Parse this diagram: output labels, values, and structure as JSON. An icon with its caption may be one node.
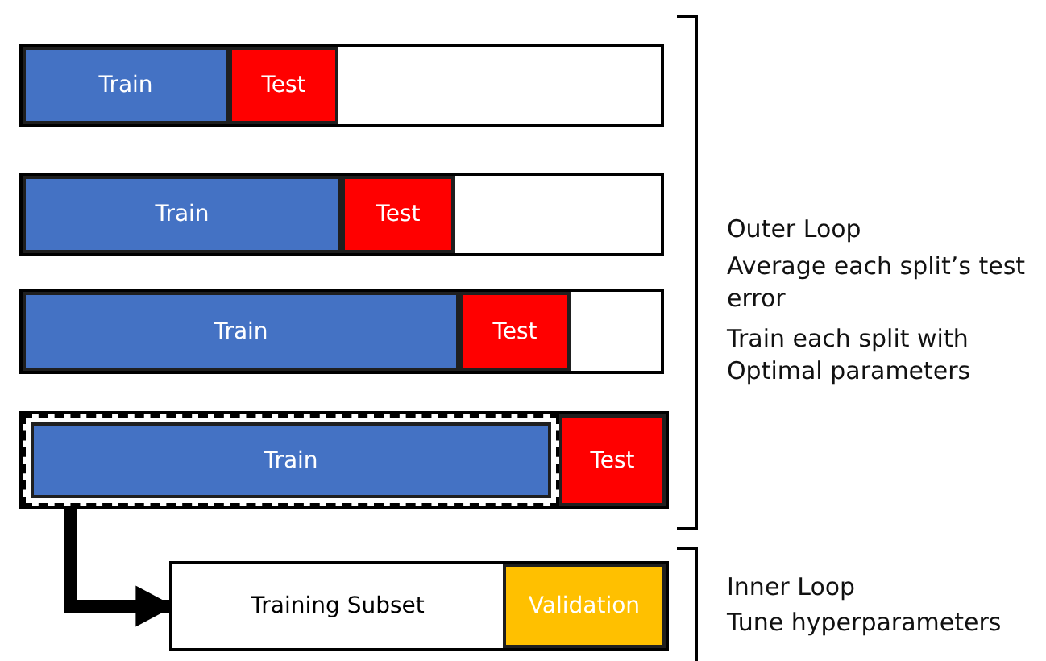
{
  "diagram": {
    "nodes": [
      {
        "text": [],
        "shape": "bar"
      },
      {
        "text": [
          "Train"
        ],
        "in": 0
      },
      {
        "text": [
          "Test"
        ],
        "in": 0
      },
      {
        "text": [],
        "shape": "bar"
      },
      {
        "text": [
          "Train"
        ],
        "in": 3
      },
      {
        "text": [
          "Test"
        ],
        "in": 3
      },
      {
        "text": [],
        "shape": "bar"
      },
      {
        "text": [
          "Train"
        ],
        "in": 6
      },
      {
        "text": [
          "Test"
        ],
        "in": 6
      },
      {
        "text": [],
        "shape": "bar"
      },
      {
        "text": [],
        "shape": "box",
        "in": 9
      },
      {
        "text": [
          "Train"
        ],
        "in": 10
      },
      {
        "text": [
          "Test"
        ],
        "in": 9
      },
      {
        "text": [],
        "shape": "bar"
      },
      {
        "text": [
          "Training Subset"
        ],
        "in": 13
      },
      {
        "text": [
          "Validation"
        ],
        "in": 13
      }
    ],
    "edges": [
      {
        "from": 10,
        "to": 13,
        "arrow": "to"
      }
    ],
    "labels": [
      "Outer Loop",
      "Average each split’s test error",
      "Train each split with Optimal parameters",
      "Inner Loop",
      "Tune hyperparameters"
    ]
  }
}
